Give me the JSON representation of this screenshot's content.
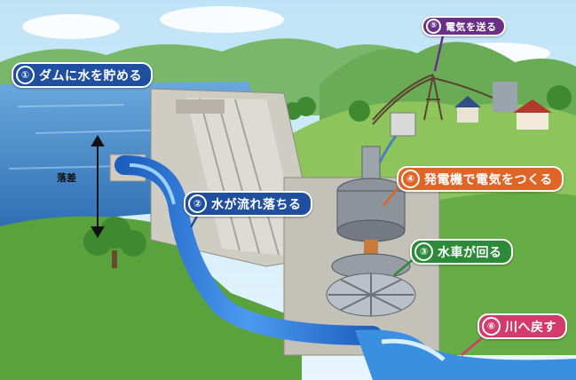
{
  "steps": [
    {
      "number": "①",
      "label": "ダムに水を貯める"
    },
    {
      "number": "②",
      "label": "水が流れ落ちる"
    },
    {
      "number": "③",
      "label": "水車が回る"
    },
    {
      "number": "④",
      "label": "発電機で電気をつくる"
    },
    {
      "number": "⑤",
      "label": "電気を送る"
    },
    {
      "number": "⑥",
      "label": "川へ戻す"
    }
  ],
  "head_label": "落差",
  "colors": {
    "step1": "#1f4f9e",
    "step2": "#1f4f9e",
    "step3": "#2d8a3a",
    "step4": "#e06425",
    "step5": "#6a2f86",
    "step6": "#d33b6d",
    "water": "#2f7fd6",
    "grass": "#5aa33c",
    "concrete": "#c9c7c1"
  }
}
